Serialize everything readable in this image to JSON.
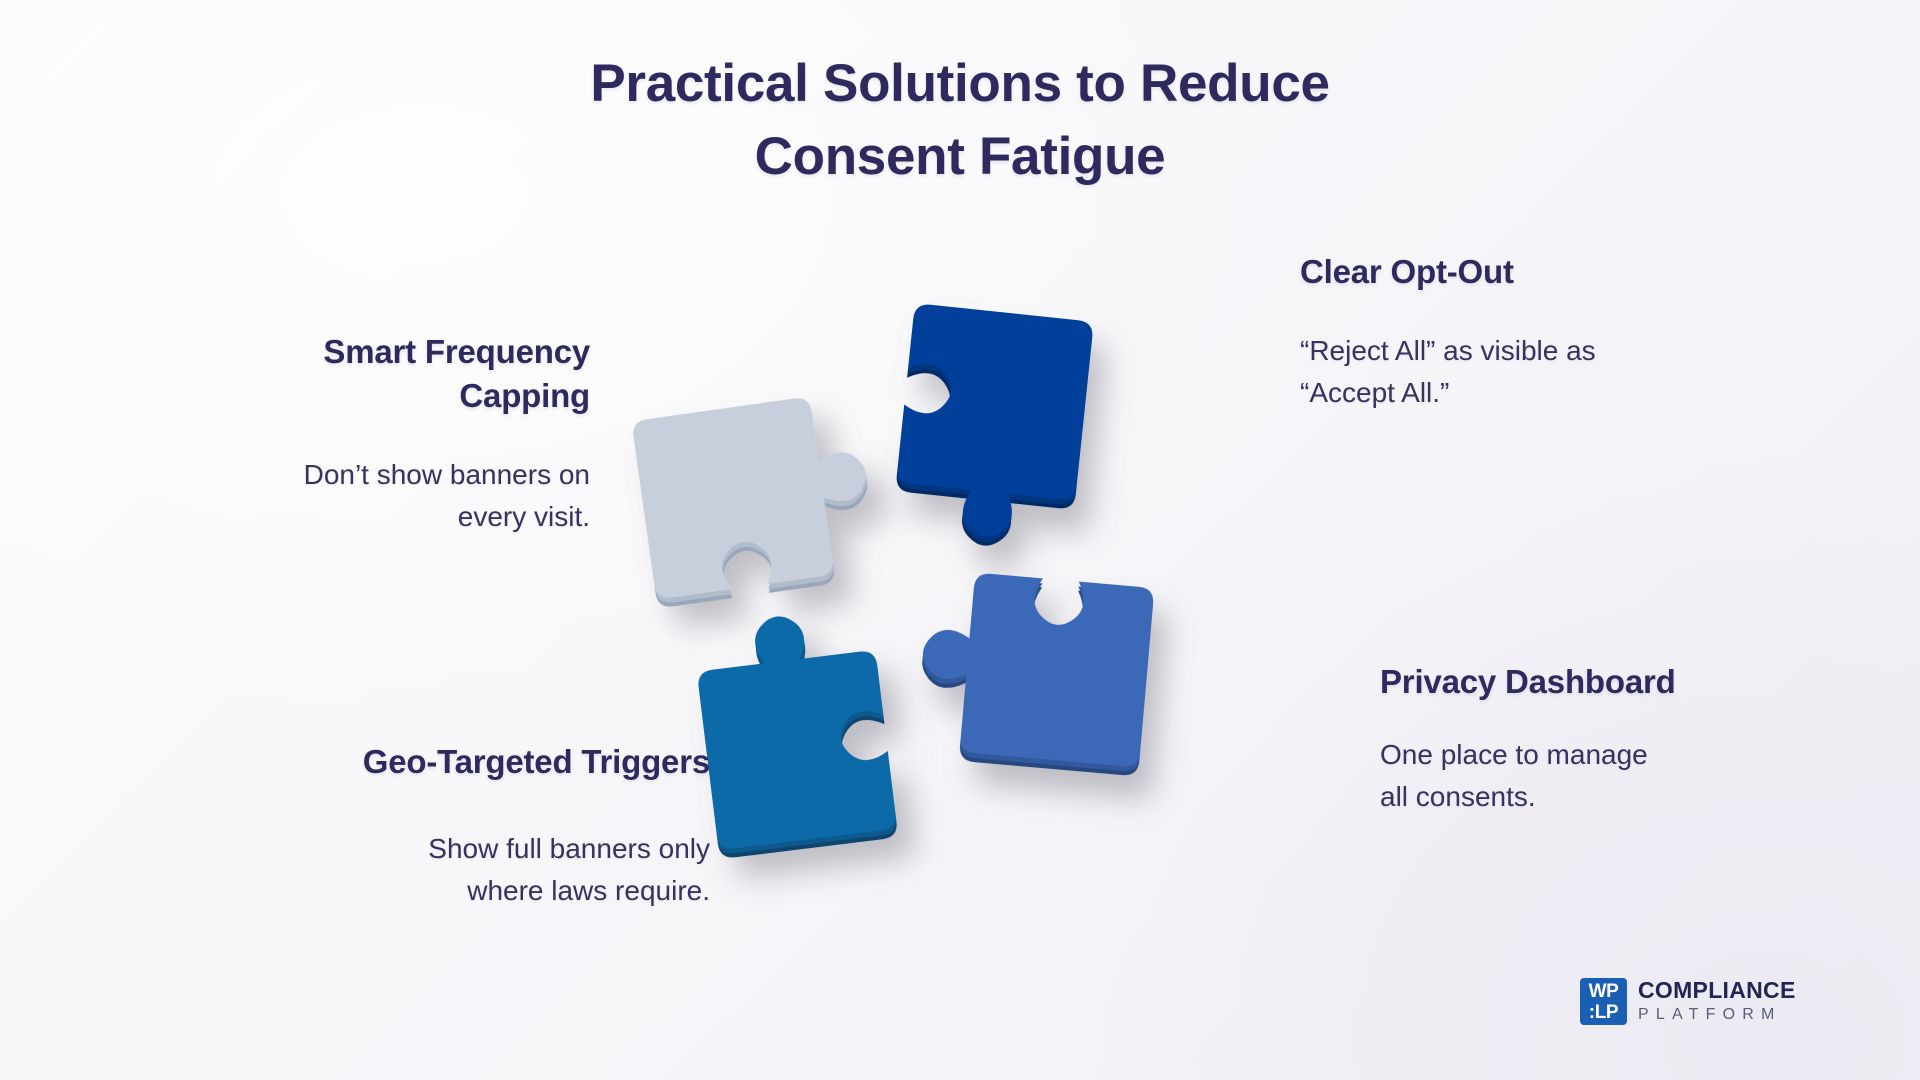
{
  "page": {
    "background_color": "#f7f7fa",
    "accent_color": "#2e2a5e"
  },
  "title": {
    "line1": "Practical Solutions to Reduce",
    "line2": "Consent Fatigue"
  },
  "blocks": [
    {
      "id": "smart-frequency-capping",
      "heading_line1": "Smart Frequency",
      "heading_line2": "Capping",
      "body_line1": "Don’t show banners on",
      "body_line2": "every visit.",
      "align": "right"
    },
    {
      "id": "geo-targeted-triggers",
      "heading_line1": "Geo-Targeted Triggers",
      "heading_line2": "",
      "body_line1": "Show full banners only",
      "body_line2": "where laws require.",
      "align": "right"
    },
    {
      "id": "clear-opt-out",
      "heading_line1": "Clear Opt-Out",
      "heading_line2": "",
      "body_line1": "“Reject All” as visible as",
      "body_line2": "“Accept All.”",
      "align": "left"
    },
    {
      "id": "privacy-dashboard",
      "heading_line1": "Privacy Dashboard",
      "heading_line2": "",
      "body_line1": "One place to manage",
      "body_line2": "all consents.",
      "align": "left"
    }
  ],
  "puzzle": {
    "name": "four-piece-interlocking-puzzle",
    "pieces": [
      {
        "name": "top-left-piece",
        "color": "#c6cfdb",
        "edge_color": "#aab6c8"
      },
      {
        "name": "top-right-piece",
        "color": "#04409a",
        "edge_color": "#032f73"
      },
      {
        "name": "bottom-left-piece",
        "color": "#106aa8",
        "edge_color": "#0c4e7d"
      },
      {
        "name": "bottom-right-piece",
        "color": "#3b69b8",
        "edge_color": "#2b4f8d"
      }
    ]
  },
  "logo": {
    "mark_line1": "WP",
    "mark_line2": ":LP",
    "mark_color": "#1a5fb4",
    "text_line1": "COMPLIANCE",
    "text_line2": "PLATFORM"
  }
}
